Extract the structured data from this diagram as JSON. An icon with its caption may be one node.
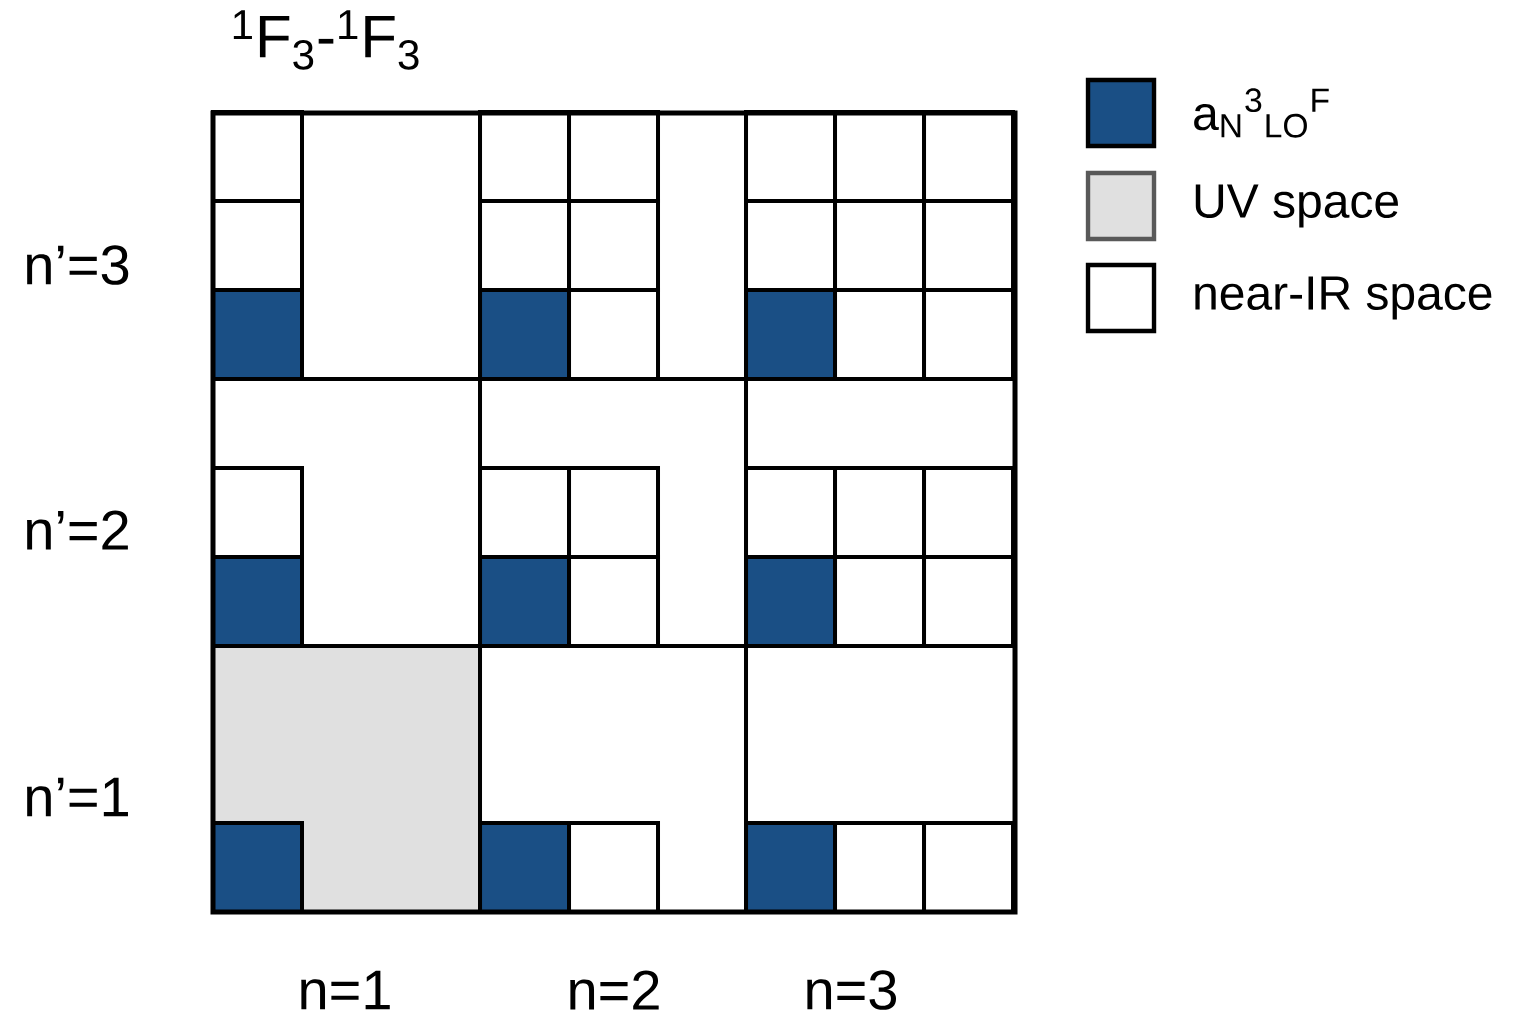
{
  "diagram": {
    "title": "$^{1}$F$_{3}$-$^{1}$F$_{3}$",
    "labels": [
      "n’=3",
      "n’=2",
      "n’=1",
      "n=1",
      "n=2",
      "n=3"
    ],
    "legend": [
      {
        "text": "a$_{N}$$^{3}$$_{LO}$$^{F}$",
        "color": "#1a4f85"
      },
      {
        "text": "UV space",
        "color": "#e0e0e0"
      },
      {
        "text": "near-IR space"
      }
    ]
  }
}
